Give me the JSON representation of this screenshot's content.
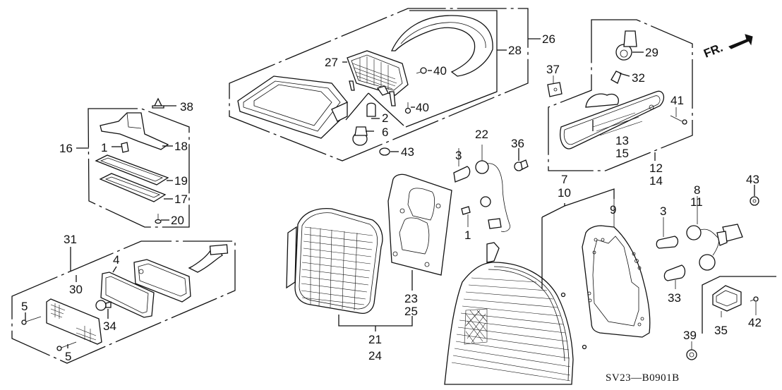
{
  "diagram": {
    "title": "Taillight / High Mount Stop Light / License Light / Side Marker Exploded View",
    "code": "SV23—B0901B",
    "direction_indicator": "FR.",
    "callouts": [
      {
        "id": "c1a",
        "label": "1"
      },
      {
        "id": "c1b",
        "label": "1"
      },
      {
        "id": "c2",
        "label": "2"
      },
      {
        "id": "c3a",
        "label": "3"
      },
      {
        "id": "c3b",
        "label": "3"
      },
      {
        "id": "c4",
        "label": "4"
      },
      {
        "id": "c5a",
        "label": "5"
      },
      {
        "id": "c5b",
        "label": "5"
      },
      {
        "id": "c6",
        "label": "6"
      },
      {
        "id": "c7",
        "label": "7"
      },
      {
        "id": "c8",
        "label": "8"
      },
      {
        "id": "c9",
        "label": "9"
      },
      {
        "id": "c10",
        "label": "10"
      },
      {
        "id": "c11",
        "label": "11"
      },
      {
        "id": "c12",
        "label": "12"
      },
      {
        "id": "c13",
        "label": "13"
      },
      {
        "id": "c14",
        "label": "14"
      },
      {
        "id": "c15",
        "label": "15"
      },
      {
        "id": "c16",
        "label": "16"
      },
      {
        "id": "c17",
        "label": "17"
      },
      {
        "id": "c18",
        "label": "18"
      },
      {
        "id": "c19",
        "label": "19"
      },
      {
        "id": "c20",
        "label": "20"
      },
      {
        "id": "c21",
        "label": "21"
      },
      {
        "id": "c22",
        "label": "22"
      },
      {
        "id": "c23",
        "label": "23"
      },
      {
        "id": "c24",
        "label": "24"
      },
      {
        "id": "c25",
        "label": "25"
      },
      {
        "id": "c26",
        "label": "26"
      },
      {
        "id": "c27",
        "label": "27"
      },
      {
        "id": "c28",
        "label": "28"
      },
      {
        "id": "c29",
        "label": "29"
      },
      {
        "id": "c30",
        "label": "30"
      },
      {
        "id": "c31",
        "label": "31"
      },
      {
        "id": "c32",
        "label": "32"
      },
      {
        "id": "c33",
        "label": "33"
      },
      {
        "id": "c34",
        "label": "34"
      },
      {
        "id": "c35",
        "label": "35"
      },
      {
        "id": "c36",
        "label": "36"
      },
      {
        "id": "c37",
        "label": "37"
      },
      {
        "id": "c38",
        "label": "38"
      },
      {
        "id": "c39",
        "label": "39"
      },
      {
        "id": "c40a",
        "label": "40"
      },
      {
        "id": "c40b",
        "label": "40"
      },
      {
        "id": "c41",
        "label": "41"
      },
      {
        "id": "c42",
        "label": "42"
      },
      {
        "id": "c43a",
        "label": "43"
      },
      {
        "id": "c43b",
        "label": "43"
      }
    ]
  }
}
